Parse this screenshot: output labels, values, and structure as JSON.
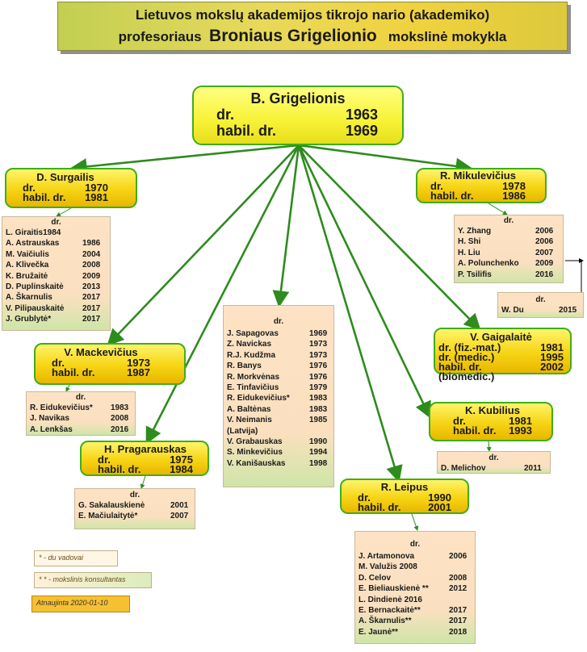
{
  "title": {
    "line1": "Lietuvos mokslų akademijos  tikrojo nario  (akademiko)",
    "line2_prefix": "profesoriaus",
    "line2_name": "Broniaus Grigelionio",
    "line2_suffix": "mokslinė mokykla"
  },
  "root": {
    "name": "B. Grigelionis",
    "rows": [
      {
        "k": "dr.",
        "v": "1963"
      },
      {
        "k": "habil. dr.",
        "v": "1969"
      }
    ]
  },
  "surgailis": {
    "name": "D. Surgailis",
    "rows": [
      {
        "k": "dr.",
        "v": "1970"
      },
      {
        "k": "habil. dr.",
        "v": "1981"
      }
    ],
    "list_header": "dr.",
    "students": [
      {
        "n": "L. Giraitis1984",
        "y": ""
      },
      {
        "n": "A. Astrauskas",
        "y": "1986"
      },
      {
        "n": "M. Vaičiulis",
        "y": "2004"
      },
      {
        "n": "A. Klivečka",
        "y": "2008"
      },
      {
        "n": "K. Bružaitė",
        "y": "2009"
      },
      {
        "n": "D. Puplinskaitė",
        "y": "2013"
      },
      {
        "n": "A. Škarnulis",
        "y": "2017"
      },
      {
        "n": "V. Pilipauskaitė",
        "y": "2017"
      },
      {
        "n": "J. Grublytė*",
        "y": "2017"
      }
    ]
  },
  "mackevicius": {
    "name": "V. Mackevičius",
    "rows": [
      {
        "k": "dr.",
        "v": "1973"
      },
      {
        "k": "habil. dr.",
        "v": "1987"
      }
    ],
    "list_header": "dr.",
    "students": [
      {
        "n": "R. Eidukevičius*",
        "y": "1983"
      },
      {
        "n": "J. Navikas",
        "y": "2008"
      },
      {
        "n": "A. Lenkšas",
        "y": "2016"
      }
    ]
  },
  "pragarauskas": {
    "name": "H. Pragarauskas",
    "rows": [
      {
        "k": "dr.",
        "v": "1975"
      },
      {
        "k": "habil. dr.",
        "v": "1984"
      }
    ],
    "list_header": "dr.",
    "students": [
      {
        "n": "G. Sakalauskienė",
        "y": "2001"
      },
      {
        "n": "E. Mačiulaitytė*",
        "y": "2007"
      }
    ]
  },
  "center_list": {
    "header": "dr.",
    "students": [
      {
        "n": "J. Sapagovas",
        "y": "1969"
      },
      {
        "n": "Z. Navickas",
        "y": "1973"
      },
      {
        "n": "R.J. Kudžma",
        "y": "1973"
      },
      {
        "n": "R. Banys",
        "y": "1976"
      },
      {
        "n": "R. Morkvėnas",
        "y": "1976"
      },
      {
        "n": "E. Tinfavičius",
        "y": "1979"
      },
      {
        "n": "R. Eidukevičius*",
        "y": "1983"
      },
      {
        "n": "A. Baltėnas",
        "y": "1983"
      },
      {
        "n": "V. Neimanis",
        "y": "1985"
      },
      {
        "n": "   (Latvija)",
        "y": ""
      },
      {
        "n": "V. Grabauskas",
        "y": "1990"
      },
      {
        "n": "S. Minkevičius",
        "y": "1994"
      },
      {
        "n": "V. Kanišauskas",
        "y": "1998"
      }
    ]
  },
  "leipus": {
    "name": "R. Leipus",
    "rows": [
      {
        "k": "dr.",
        "v": "1990"
      },
      {
        "k": "habil. dr.",
        "v": "2001"
      }
    ],
    "list_header": "dr.",
    "students": [
      {
        "n": "J. Artamonova",
        "y": "2006"
      },
      {
        "n": "M. Valužis 2008",
        "y": ""
      },
      {
        "n": "D. Celov",
        "y": "2008"
      },
      {
        "n": "E. Bieliauskienė **",
        "y": "2012"
      },
      {
        "n": "L. Dindienė 2016",
        "y": ""
      },
      {
        "n": "E. Bernackaitė**",
        "y": "2017"
      },
      {
        "n": "A. Škarnulis**",
        "y": "2017"
      },
      {
        "n": "E. Jaunė**",
        "y": "2018"
      }
    ]
  },
  "mikulevicius": {
    "name": "R. Mikulevičius",
    "rows": [
      {
        "k": "dr.",
        "v": "1978"
      },
      {
        "k": "habil. dr.",
        "v": "1986"
      }
    ],
    "list_header": "dr.",
    "students": [
      {
        "n": "Y. Zhang",
        "y": "2006"
      },
      {
        "n": "H. Shi",
        "y": "2006"
      },
      {
        "n": "H. Liu",
        "y": "2007"
      },
      {
        "n": "A. Polunchenko",
        "y": "2009"
      },
      {
        "n": "P. Tsilifis",
        "y": "2016"
      }
    ],
    "sub_header": "dr.",
    "sub_students": [
      {
        "n": "W. Du",
        "y": "2015"
      }
    ]
  },
  "gaigalaite": {
    "name": "V. Gaigalaitė",
    "rows": [
      {
        "k": "dr.  (fiz.-mat.)",
        "v": "1981"
      },
      {
        "k": "dr.  (medic.)",
        "v": "1995"
      },
      {
        "k": "habil. dr. (biomedic.)",
        "v": "2002"
      }
    ]
  },
  "kubilius": {
    "name": "K. Kubilius",
    "rows": [
      {
        "k": "dr.",
        "v": "1981"
      },
      {
        "k": "habil. dr.",
        "v": "1993"
      }
    ],
    "list_header": "dr.",
    "students": [
      {
        "n": "D. Melichov",
        "y": "2011"
      }
    ]
  },
  "legend": {
    "item1": "* - du vadovai",
    "item2": "* * - mokslinis  konsultantas",
    "updated": "Atnaujinta 2020-01-10"
  },
  "colors": {
    "arrow": "#2e8b1e",
    "node_border": "#3fae1c",
    "node_fill": "#f6d414",
    "list_fill": "#fbe0bf"
  }
}
